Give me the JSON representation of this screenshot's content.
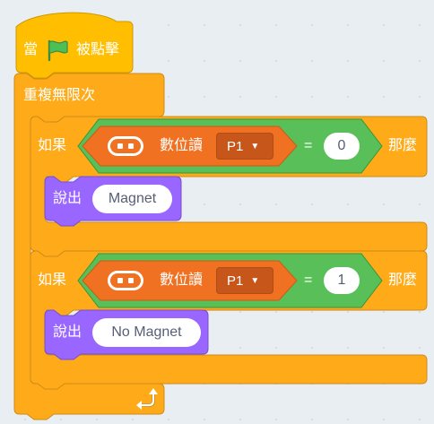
{
  "colors": {
    "event": "#ffbf00",
    "control": "#ffab19",
    "operator": "#59c059",
    "microbit": "#f07121",
    "looks": "#9966ff",
    "canvas_bg": "#e9eef2"
  },
  "hat": {
    "prefix": "當",
    "flag_icon": "green-flag-icon",
    "suffix": "被點擊"
  },
  "forever": {
    "label": "重複無限次",
    "loop_icon": "loop-arrow-icon"
  },
  "if_blocks": [
    {
      "if_label": "如果",
      "then_label": "那麼",
      "reporter_label": "數位讀",
      "pin": "P1",
      "operator": "=",
      "compare_value": "0",
      "say_label": "說出",
      "say_text": "Magnet"
    },
    {
      "if_label": "如果",
      "then_label": "那麼",
      "reporter_label": "數位讀",
      "pin": "P1",
      "operator": "=",
      "compare_value": "1",
      "say_label": "說出",
      "say_text": "No Magnet"
    }
  ]
}
